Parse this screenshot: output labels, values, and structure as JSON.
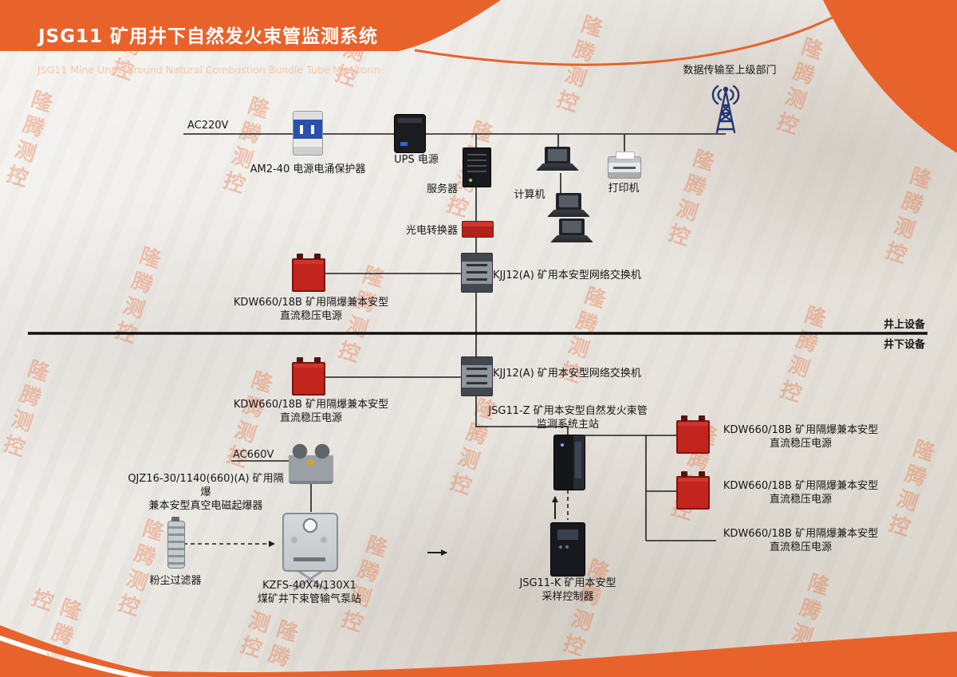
{
  "header": {
    "title": "JSG11 矿用井下自然发火束管监测系统",
    "subtitle": "JSG11 Mine Underground Natural Combustion Bundle Tube Monitorin"
  },
  "watermark": "隆腾测控",
  "colors": {
    "accent": "#E8632C",
    "device_red": "#C2251D",
    "line": "#1F1F1F"
  },
  "labels": {
    "data_uplink": "数据传输至上级部门",
    "ac220v": "AC220V",
    "surge_protector": "AM2-40 电源电涌保护器",
    "ups": "UPS 电源",
    "server": "服务器",
    "computer": "计算机",
    "printer": "打印机",
    "optical_converter": "光电转换器",
    "switch_surface": "KJJ12(A) 矿用本安型网络交换机",
    "kdw_surface": "KDW660/18B 矿用隔爆兼本安型\n直流稳压电源",
    "surface_side": "井上设备",
    "underground_side": "井下设备",
    "switch_underground": "KJJ12(A) 矿用本安型网络交换机",
    "kdw_underground": "KDW660/18B 矿用隔爆兼本安型\n直流稳压电源",
    "main_station": "JSG11-Z 矿用本安型自然发火束管\n监测系统主站",
    "ac660v": "AC660V",
    "starter": "QJZ16-30/1140(660)(A) 矿用隔爆\n兼本安型真空电磁起爆器",
    "dust_filter": "粉尘过滤器",
    "pump_station": "KZFS-40X4/130X1\n煤矿井下束管输气泵站",
    "sampling_controller": "JSG11-K 矿用本安型\n采样控制器",
    "kdw_right_1": "KDW660/18B 矿用隔爆兼本安型\n直流稳压电源",
    "kdw_right_2": "KDW660/18B 矿用隔爆兼本安型\n直流稳压电源",
    "kdw_right_3": "KDW660/18B 矿用隔爆兼本安型\n直流稳压电源"
  }
}
